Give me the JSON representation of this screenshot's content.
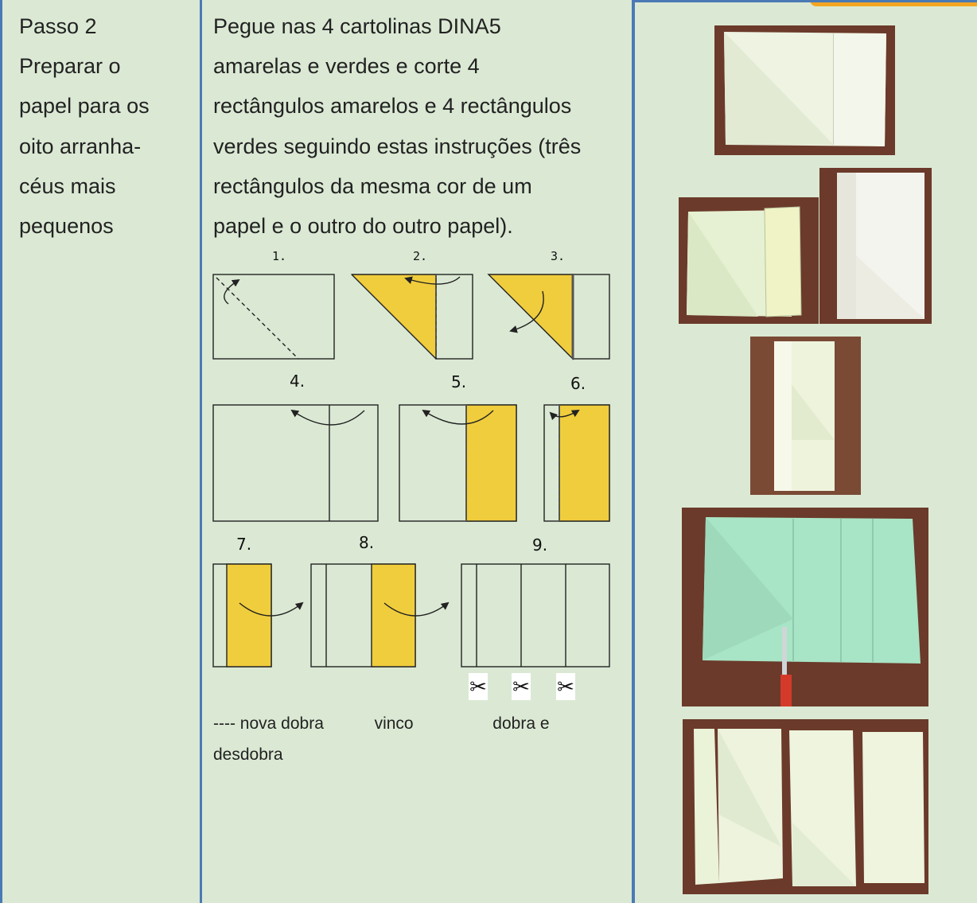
{
  "step": {
    "lines": [
      "Passo 2",
      "Preparar o",
      "papel para os",
      "oito arranha-",
      "céus mais",
      "pequenos"
    ]
  },
  "instructions": {
    "lines": [
      "Pegue nas 4 cartolinas DINA5",
      "amarelas e verdes e corte 4",
      "rectângulos amarelos e 4 rectângulos",
      "verdes seguindo estas instruções (três",
      "rectângulos da mesma cor de um",
      "papel e o outro do outro papel)."
    ]
  },
  "diagram": {
    "step_labels": [
      "1.",
      "2.",
      "3.",
      "4.",
      "5.",
      "6.",
      "7.",
      "8.",
      "9."
    ],
    "paper_color": "#f0cd3c",
    "scissors_icon": "scissors-icon"
  },
  "legend": {
    "new_fold": "---- nova dobra",
    "crease": "vinco",
    "fold_unfold": "dobra e",
    "fold_unfold_cont": "desdobra"
  },
  "colors": {
    "cell_background": "#dbe9d4",
    "border": "#4a7ab6",
    "accent": "#f5a623"
  }
}
